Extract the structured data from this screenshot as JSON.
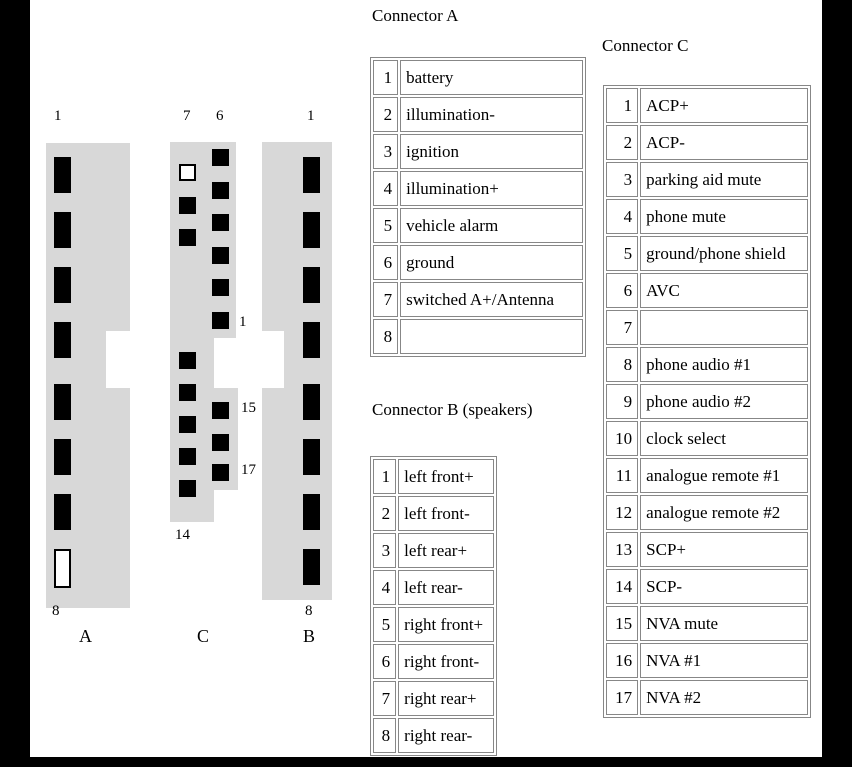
{
  "diagrams": {
    "a": {
      "pin_top_label": "1",
      "pin_bottom_label": "8",
      "name": "A"
    },
    "b": {
      "pin_top_label": "1",
      "pin_bottom_label": "8",
      "name": "B"
    },
    "c": {
      "pin_top_left_label": "7",
      "pin_top_right_label": "6",
      "pin_right_label": "1",
      "pin_15_label": "15",
      "pin_17_label": "17",
      "pin_bottom_label": "14",
      "name": "C"
    }
  },
  "tables": {
    "a": {
      "title": "Connector A",
      "rows": [
        {
          "pin": "1",
          "function": "battery"
        },
        {
          "pin": "2",
          "function": "illumination-"
        },
        {
          "pin": "3",
          "function": "ignition"
        },
        {
          "pin": "4",
          "function": "illumination+"
        },
        {
          "pin": "5",
          "function": "vehicle alarm"
        },
        {
          "pin": "6",
          "function": "ground"
        },
        {
          "pin": "7",
          "function": "switched A+/Antenna"
        },
        {
          "pin": "8",
          "function": ""
        }
      ]
    },
    "b": {
      "title": "Connector B (speakers)",
      "rows": [
        {
          "pin": "1",
          "function": "left front+"
        },
        {
          "pin": "2",
          "function": "left front-"
        },
        {
          "pin": "3",
          "function": "left rear+"
        },
        {
          "pin": "4",
          "function": "left rear-"
        },
        {
          "pin": "5",
          "function": "right front+"
        },
        {
          "pin": "6",
          "function": "right front-"
        },
        {
          "pin": "7",
          "function": "right rear+"
        },
        {
          "pin": "8",
          "function": "right rear-"
        }
      ]
    },
    "c": {
      "title": "Connector C",
      "rows": [
        {
          "pin": "1",
          "function": "ACP+"
        },
        {
          "pin": "2",
          "function": "ACP-"
        },
        {
          "pin": "3",
          "function": "parking aid mute"
        },
        {
          "pin": "4",
          "function": "phone mute"
        },
        {
          "pin": "5",
          "function": "ground/phone shield"
        },
        {
          "pin": "6",
          "function": "AVC"
        },
        {
          "pin": "7",
          "function": ""
        },
        {
          "pin": "8",
          "function": "phone audio #1"
        },
        {
          "pin": "9",
          "function": "phone audio #2"
        },
        {
          "pin": "10",
          "function": "clock select"
        },
        {
          "pin": "11",
          "function": "analogue remote #1"
        },
        {
          "pin": "12",
          "function": "analogue remote #2"
        },
        {
          "pin": "13",
          "function": "SCP+"
        },
        {
          "pin": "14",
          "function": "SCP-"
        },
        {
          "pin": "15",
          "function": "NVA mute"
        },
        {
          "pin": "16",
          "function": "NVA #1"
        },
        {
          "pin": "17",
          "function": "NVA #2"
        }
      ]
    }
  }
}
